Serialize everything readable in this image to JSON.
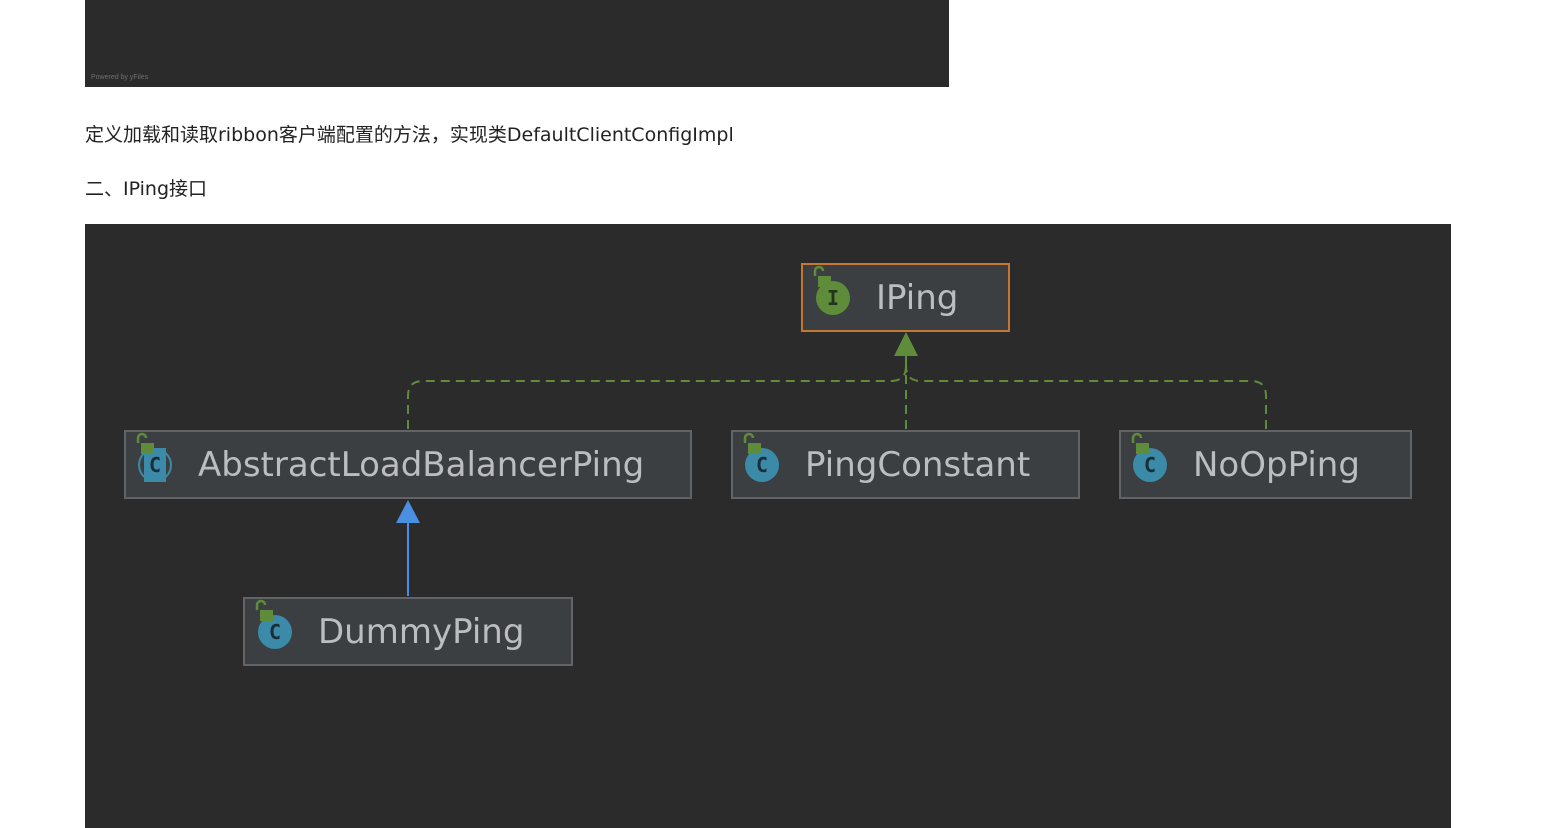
{
  "top_image": {
    "caption": "Powered by yFiles"
  },
  "paragraphs": {
    "description": "定义加载和读取ribbon客户端配置的方法，实现类DefaultClientConfigImpl",
    "section_heading": "二、IPing接口"
  },
  "diagram": {
    "nodes": {
      "iping": {
        "label": "IPing",
        "kind": "interface",
        "icon_letter": "I"
      },
      "abstract_lb_ping": {
        "label": "AbstractLoadBalancerPing",
        "kind": "abstract-class",
        "icon_letter": "C"
      },
      "ping_constant": {
        "label": "PingConstant",
        "kind": "class",
        "icon_letter": "C"
      },
      "noop_ping": {
        "label": "NoOpPing",
        "kind": "class",
        "icon_letter": "C"
      },
      "dummy_ping": {
        "label": "DummyPing",
        "kind": "class",
        "icon_letter": "C"
      }
    },
    "colors": {
      "background": "#2b2b2b",
      "node_fill": "#3c3f41",
      "node_border": "#616366",
      "selected_border": "#c57633",
      "implements_edge": "#5e8c3a",
      "extends_edge": "#4a8fe0",
      "label_text": "#bbbdc0"
    }
  }
}
